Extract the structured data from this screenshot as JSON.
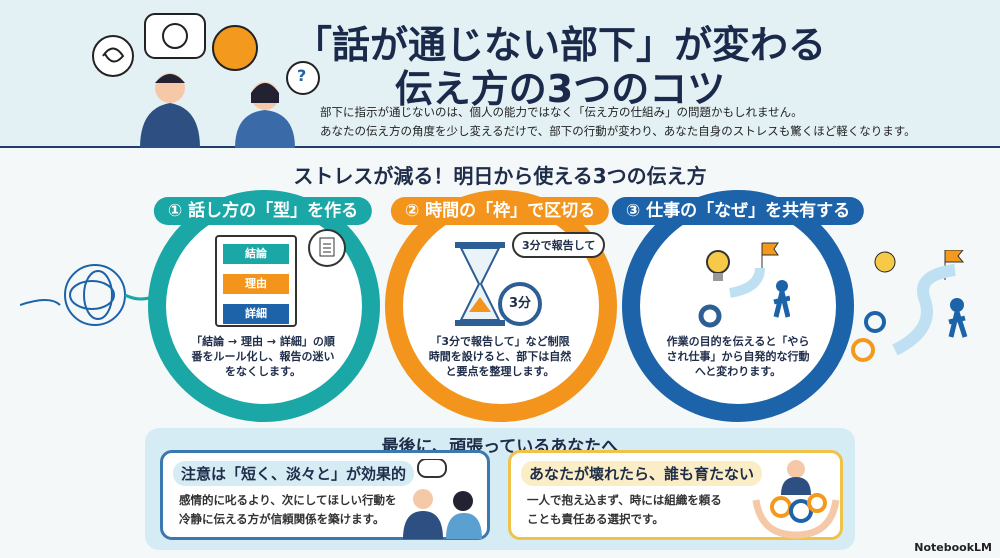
{
  "header": {
    "title_line1": "「話が通じない部下」が変わる",
    "title_line2": "伝え方の3つのコツ",
    "desc_line1": "部下に指示が通じないのは、個人の能力ではなく「伝え方の仕組み」の問題かもしれません。",
    "desc_line2": "あなたの伝え方の角度を少し変えるだけで、部下の行動が変わり、あなた自身のストレスも驚くほど軽くなります。",
    "question_mark": "?"
  },
  "section_title": "ストレスが減る！明日から使える3つの伝え方",
  "tips": [
    {
      "label": "① 話し方の「型」を作る",
      "color": "#1aa7a5",
      "steps": [
        "結論",
        "理由",
        "詳細"
      ],
      "text": "「結論 → 理由 → 詳細」の順番をルール化し、報告の迷いをなくします。"
    },
    {
      "label": "② 時間の「枠」で区切る",
      "color": "#f3951c",
      "bubble": "3分で報告して",
      "timer": "3分",
      "text": "「3分で報告して」など制限時間を設けると、部下は自然と要点を整理します。"
    },
    {
      "label": "③ 仕事の「なぜ」を共有する",
      "color": "#1d63aa",
      "text": "作業の目的を伝えると「やらされ仕事」から自発的な行動へと変わります。"
    }
  ],
  "closing": {
    "title": "最後に、頑張っているあなたへ",
    "cards": [
      {
        "heading": "注意は「短く、淡々と」が効果的",
        "line1": "感情的に叱るより、次にしてほしい行動を",
        "line2": "冷静に伝える方が信頼関係を築けます。",
        "color": "#3b78b0"
      },
      {
        "heading": "あなたが壊れたら、誰も育たない",
        "line1": "一人で抱え込まず、時には組織を頼る",
        "line2": "ことも責任ある選択です。",
        "color": "#f0c24a"
      }
    ]
  },
  "brand": "NotebookLM"
}
